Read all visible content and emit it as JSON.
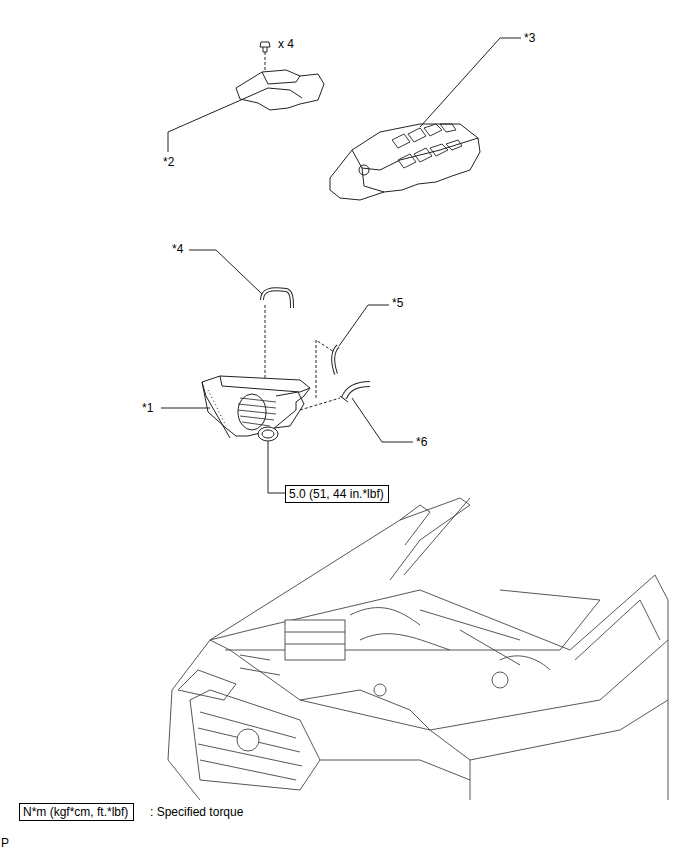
{
  "diagram": {
    "nodes": [
      {
        "text": [
          "5.0 (51, 44 in.*lbf)"
        ]
      },
      {
        "text": [
          "N*m (kgf*cm, ft.*lbf)"
        ]
      }
    ],
    "labels": [
      "x 4",
      "*3",
      "*2",
      "*4",
      "*5",
      "*1",
      "*6",
      ": Specified torque",
      "P"
    ]
  }
}
